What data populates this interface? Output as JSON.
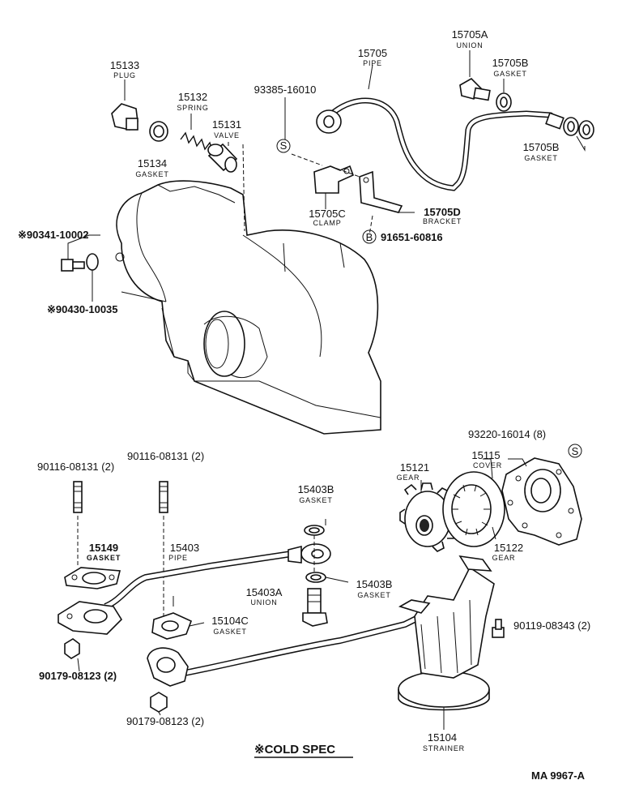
{
  "labels": {
    "p15133": {
      "num": "15133",
      "name": "PLUG"
    },
    "p15132": {
      "num": "15132",
      "name": "SPRING"
    },
    "p15131": {
      "num": "15131",
      "name": "VALVE"
    },
    "p15134": {
      "num": "15134",
      "name": "GASKET"
    },
    "p93385": {
      "num": "93385-16010"
    },
    "p15705": {
      "num": "15705",
      "name": "PIPE"
    },
    "p15705A": {
      "num": "15705A",
      "name": "UNION"
    },
    "p15705B_top": {
      "num": "15705B",
      "name": "GASKET"
    },
    "p15705B_right": {
      "num": "15705B",
      "name": "GASKET"
    },
    "p15705C": {
      "num": "15705C",
      "name": "CLAMP"
    },
    "p15705D": {
      "num": "15705D",
      "name": "BRACKET"
    },
    "p91651": {
      "num": "91651-60816"
    },
    "p90341": {
      "num": "※90341-10002"
    },
    "p90430": {
      "num": "※90430-10035"
    },
    "p90116_left": {
      "num": "90116-08131 (2)"
    },
    "p90116_mid": {
      "num": "90116-08131 (2)"
    },
    "p15149": {
      "num": "15149",
      "name": "GASKET"
    },
    "p15403": {
      "num": "15403",
      "name": "PIPE"
    },
    "p15403B_top": {
      "num": "15403B",
      "name": "GASKET"
    },
    "p15403B_mid": {
      "num": "15403B",
      "name": "GASKET"
    },
    "p15403A": {
      "num": "15403A",
      "name": "UNION"
    },
    "p15104C": {
      "num": "15104C",
      "name": "GASKET"
    },
    "p90179_left": {
      "num": "90179-08123 (2)"
    },
    "p90179_bottom": {
      "num": "90179-08123 (2)"
    },
    "p93220": {
      "num": "93220-16014 (8)"
    },
    "p15115": {
      "num": "15115",
      "name": "COVER"
    },
    "p15121": {
      "num": "15121",
      "name": "GEAR"
    },
    "p15122": {
      "num": "15122",
      "name": "GEAR"
    },
    "p90119": {
      "num": "90119-08343 (2)"
    },
    "p15104": {
      "num": "15104",
      "name": "STRAINER"
    }
  },
  "symbols": {
    "s": "S",
    "b": "B"
  },
  "footer": {
    "cold_spec": "※COLD SPEC",
    "ref": "MA 9967-A"
  }
}
